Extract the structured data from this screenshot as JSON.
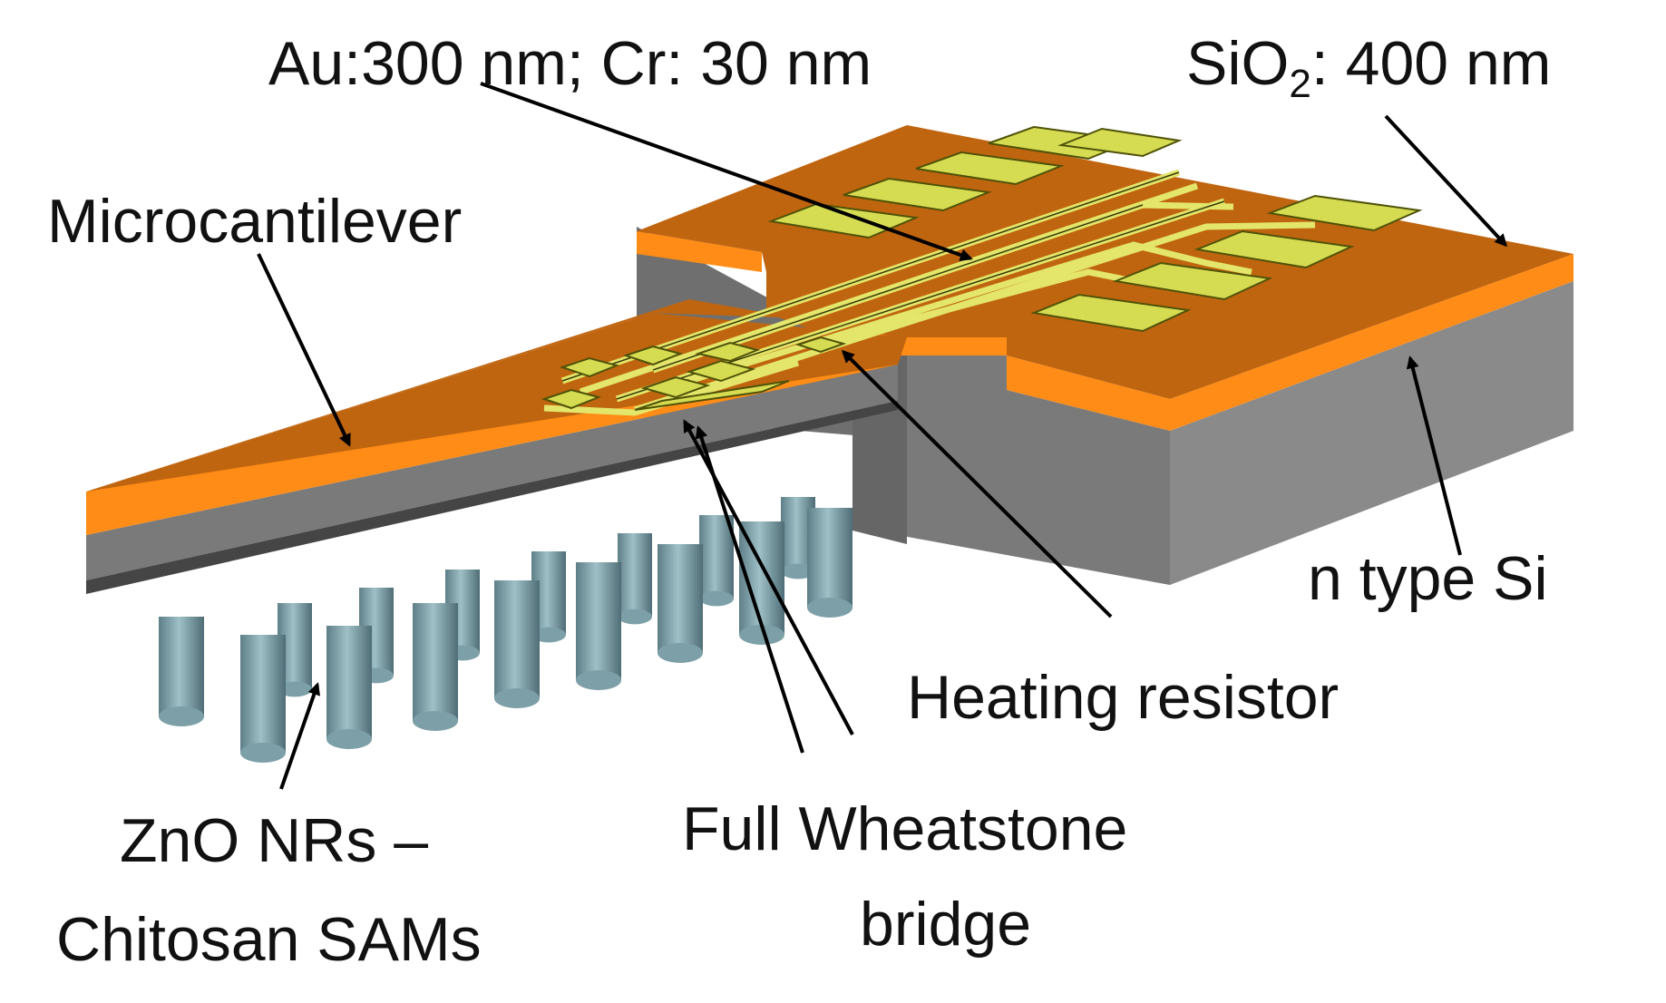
{
  "labels": {
    "metal_layers": "Au:300 nm; Cr: 30 nm",
    "oxide_prefix": "SiO",
    "oxide_subscript": "2",
    "oxide_suffix": ": 400 nm",
    "cantilever": "Microcantilever",
    "substrate": "n type Si",
    "heater": "Heating resistor",
    "bridge_line1": "Full Wheatstone",
    "bridge_line2": "bridge",
    "nanorods_line1": "ZnO NRs –",
    "nanorods_line2": "Chitosan SAMs"
  },
  "colors": {
    "oxide_top": "#c0650f",
    "oxide_edge": "#ff8c16",
    "silicon_side": "#7d7d7d",
    "silicon_dark": "#5e5e5e",
    "gold_pad": "#d6dc52",
    "gold_pad_edge": "#4f5208",
    "nanorod": "#7d9fa8",
    "arrow": "#000000",
    "text": "#111111"
  }
}
